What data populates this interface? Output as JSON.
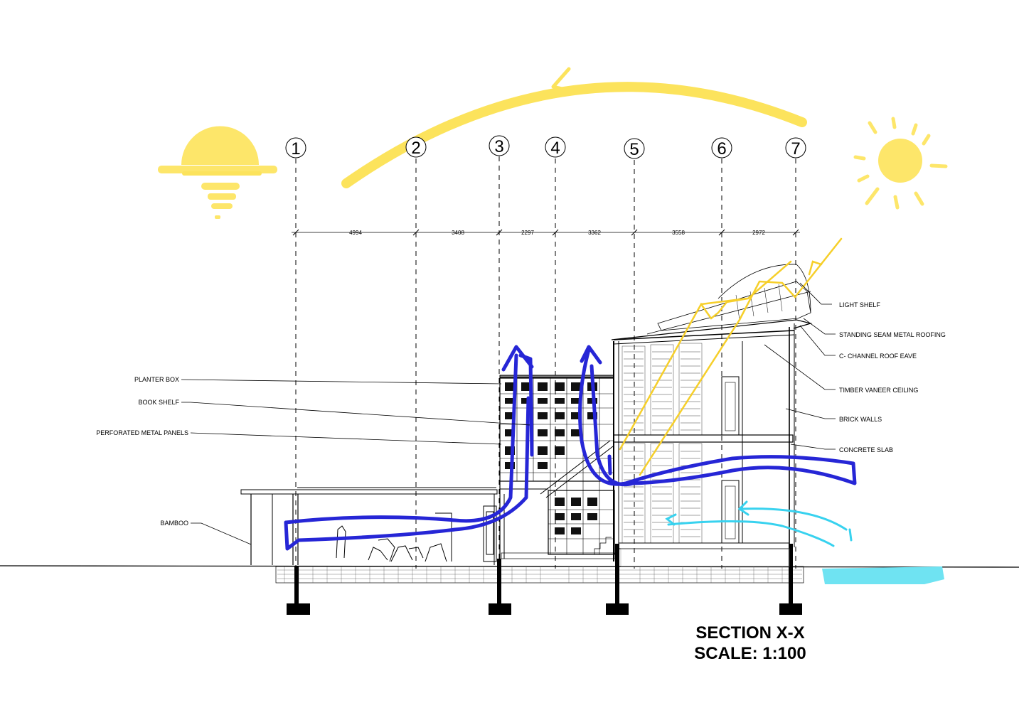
{
  "grid_lines": [
    {
      "label": "1"
    },
    {
      "label": "2"
    },
    {
      "label": "3"
    },
    {
      "label": "4"
    },
    {
      "label": "5"
    },
    {
      "label": "6"
    },
    {
      "label": "7"
    }
  ],
  "dimensions": [
    "4994",
    "3408",
    "2297",
    "3362",
    "3558",
    "2972"
  ],
  "labels_left": {
    "planter_box": "PLANTER BOX",
    "book_shelf": "BOOK SHELF",
    "perforated_metal_panels": "PERFORATED METAL PANELS",
    "bamboo": "BAMBOO"
  },
  "labels_right": {
    "light_shelf": "LIGHT SHELF",
    "standing_seam": "STANDING SEAM METAL ROOFING",
    "c_channel": "C- CHANNEL ROOF EAVE",
    "timber_ceiling": "TIMBER VANEER CEILING",
    "brick_walls": "BRICK WALLS",
    "concrete_slab": "CONCRETE SLAB"
  },
  "title": {
    "line1": "SECTION X-X",
    "line2": "SCALE: 1:100"
  },
  "colors": {
    "sun": "#fde66a",
    "sun_path": "#fce35c",
    "sun_ray": "#f6cf2a",
    "airflow": "#2626d6",
    "wind": "#38d2ef",
    "water": "#6fe3f2",
    "ink": "#000000"
  }
}
